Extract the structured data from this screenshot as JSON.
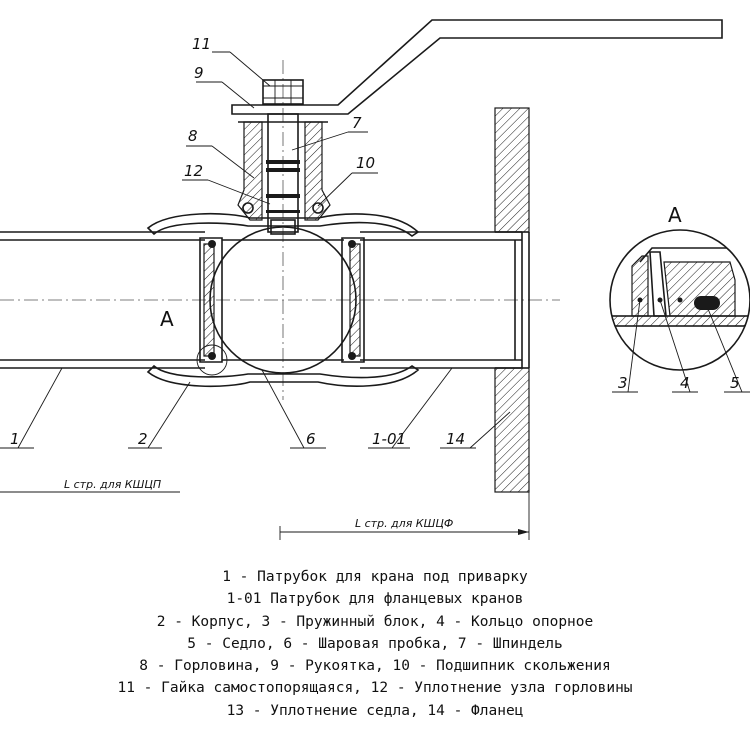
{
  "callouts": {
    "c11": "11",
    "c9": "9",
    "c8": "8",
    "c7": "7",
    "c12": "12",
    "c10": "10",
    "c1": "1",
    "c2": "2",
    "c6": "6",
    "c1_01": "1-01",
    "c14": "14",
    "detail_3": "3",
    "detail_4": "4",
    "detail_5": "5"
  },
  "detail_mark_main": "A",
  "detail_mark_view": "A",
  "dimensions": {
    "l_kshchp": "L стр. для КШЦП",
    "l_kshchf": "L стр. для КШЦФ"
  },
  "legend": [
    "1 - Патрубок для крана под приварку",
    "1-01 Патрубок для фланцевых кранов",
    "2 - Корпус, 3 - Пружинный блок, 4 - Кольцо опорное",
    "5 - Седло, 6 - Шаровая пробка, 7 - Шпиндель",
    "8 - Горловина, 9 - Рукоятка, 10 - Подшипник скольжения",
    "11 - Гайка самостопорящаяся, 12 - Уплотнение узла горловины",
    "13 - Уплотнение седла, 14 - Фланец"
  ]
}
